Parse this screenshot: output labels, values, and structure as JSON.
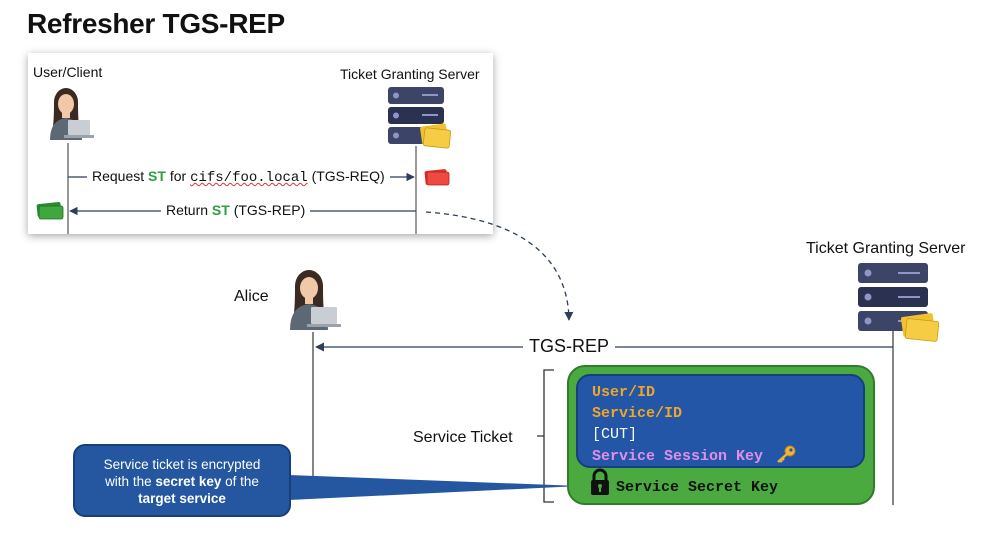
{
  "title": "Refresher TGS-REP",
  "inset": {
    "client_label": "User/Client",
    "server_label": "Ticket Granting Server",
    "request": {
      "prefix": "Request ",
      "st": "ST",
      "mid": " for ",
      "target": "cifs/foo.local",
      "suffix": " (TGS-REQ)"
    },
    "reply": {
      "prefix": "Return ",
      "st": "ST",
      "suffix": " (TGS-REP)"
    }
  },
  "main": {
    "alice_label": "Alice",
    "server_label": "Ticket Granting Server",
    "message": "TGS-REP",
    "service_ticket_label": "Service Ticket",
    "ticket_fields": [
      "User/ID",
      "Service/ID",
      "[CUT]",
      "Service Session Key"
    ],
    "secret_key_label": "Service Secret Key"
  },
  "callout": {
    "line1": "Service ticket is encrypted",
    "line2_prefix": "with the ",
    "line2_bold": "secret key",
    "line2_suffix": " of the",
    "line3": "target service"
  },
  "colors": {
    "st_green": "#2e9e3f",
    "arrow": "#2c3e5a",
    "ticket_green": "#4aaa3f",
    "ticket_blue": "#2356a6",
    "field_orange": "#f0a52b",
    "session_key_pink": "#e08fe8",
    "callout_blue": "#2457a0"
  },
  "icons": [
    "user-laptop-icon",
    "server-rack-icon",
    "ticket-icon",
    "key-icon",
    "padlock-icon"
  ]
}
